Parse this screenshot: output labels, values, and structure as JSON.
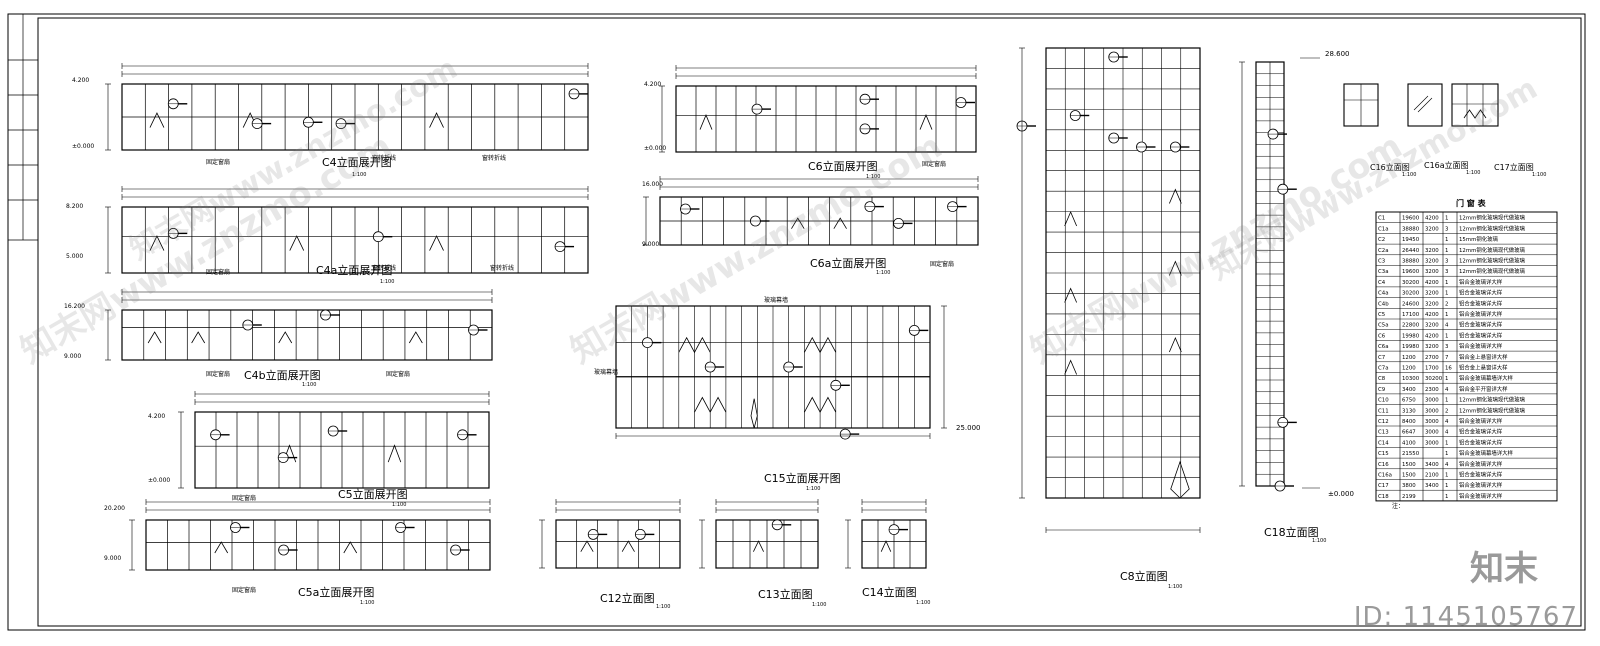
{
  "drawings": {
    "c4": {
      "title": "C4立面展开图",
      "scale": "1:100",
      "elev_top": "4.200",
      "elev_bot": "±0.000",
      "notes": [
        "固定窗扇",
        "窗转折线",
        "窗转折线"
      ]
    },
    "c4a": {
      "title": "C4a立面展开图",
      "scale": "1:100",
      "elev_top": "8.200",
      "elev_bot": "5.000",
      "notes": [
        "固定窗扇",
        "窗转折线",
        "窗转折线"
      ]
    },
    "c4b": {
      "title": "C4b立面展开图",
      "scale": "1:100",
      "elev_top": "16.200",
      "elev_bot": "9.000",
      "notes": [
        "固定窗扇",
        "固定窗扇"
      ]
    },
    "c5": {
      "title": "C5立面展开图",
      "scale": "1:100",
      "elev_top": "4.200",
      "elev_bot": "±0.000",
      "notes": [
        "固定窗扇"
      ]
    },
    "c5a": {
      "title": "C5a立面展开图",
      "scale": "1:100",
      "elev_top": "20.200",
      "elev_bot": "9.000",
      "notes": [
        "固定窗扇"
      ]
    },
    "c6": {
      "title": "C6立面展开图",
      "scale": "1:100",
      "elev_top": "4.200",
      "elev_bot": "±0.000",
      "notes": [
        "固定窗扇"
      ]
    },
    "c6a": {
      "title": "C6a立面展开图",
      "scale": "1:100",
      "elev_top": "16.000",
      "elev_bot": "9.000",
      "notes": [
        "固定窗扇"
      ]
    },
    "c15": {
      "title": "C15立面展开图",
      "scale": "1:100",
      "elev": "25.000",
      "notes": [
        "玻璃幕墙",
        "玻璃幕墙"
      ]
    },
    "c8": {
      "title": "C8立面图",
      "scale": "1:100"
    },
    "c18": {
      "title": "C18立面图",
      "scale": "1:100",
      "elev_top": "28.600",
      "elev_bot": "±0.000"
    },
    "c12": {
      "title": "C12立面图",
      "scale": "1:100"
    },
    "c13": {
      "title": "C13立面图",
      "scale": "1:100"
    },
    "c14": {
      "title": "C14立面图",
      "scale": "1:100"
    },
    "c16": {
      "title": "C16立面图",
      "scale": "1:100"
    },
    "c16a": {
      "title": "C16a立面图",
      "scale": "1:100"
    },
    "c17": {
      "title": "C17立面图",
      "scale": "1:100"
    }
  },
  "schedule": {
    "title": "门 窗 表",
    "rows": [
      [
        "C1",
        "19600",
        "4200",
        "1",
        "12mm钢化玻璃现代做玻璃"
      ],
      [
        "C1a",
        "38880",
        "3200",
        "3",
        "12mm钢化玻璃现代做玻璃"
      ],
      [
        "C2",
        "19450",
        "",
        "1",
        "15mm钢化玻璃"
      ],
      [
        "C2a",
        "26440",
        "3200",
        "1",
        "12mm钢化玻璃现代做玻璃"
      ],
      [
        "C3",
        "38880",
        "3200",
        "3",
        "12mm钢化玻璃现代做玻璃"
      ],
      [
        "C3a",
        "19600",
        "3200",
        "3",
        "12mm钢化玻璃现代做玻璃"
      ],
      [
        "C4",
        "30200",
        "4200",
        "1",
        "铝合金玻璃详大样"
      ],
      [
        "C4a",
        "30200",
        "3200",
        "1",
        "铝合金玻璃详大样"
      ],
      [
        "C4b",
        "24600",
        "3200",
        "2",
        "铝合金玻璃详大样"
      ],
      [
        "C5",
        "17100",
        "4200",
        "1",
        "铝合金玻璃详大样"
      ],
      [
        "C5a",
        "22800",
        "3200",
        "4",
        "铝合金玻璃详大样"
      ],
      [
        "C6",
        "19980",
        "4200",
        "1",
        "铝合金玻璃详大样"
      ],
      [
        "C6a",
        "19980",
        "3200",
        "3",
        "铝合金玻璃详大样"
      ],
      [
        "C7",
        "1200",
        "2700",
        "7",
        "铝合金上悬窗详大样"
      ],
      [
        "C7a",
        "1200",
        "1700",
        "16",
        "铝合金上悬窗详大样"
      ],
      [
        "C8",
        "10300",
        "30200",
        "1",
        "铝合金玻璃幕墙详大样"
      ],
      [
        "C9",
        "3400",
        "2300",
        "4",
        "铝合金平开窗详大样"
      ],
      [
        "C10",
        "6750",
        "3000",
        "1",
        "12mm钢化玻璃现代做玻璃"
      ],
      [
        "C11",
        "3130",
        "3000",
        "2",
        "12mm钢化玻璃现代做玻璃"
      ],
      [
        "C12",
        "8400",
        "3000",
        "4",
        "铝合金玻璃详大样"
      ],
      [
        "C13",
        "6647",
        "3000",
        "4",
        "铝合金玻璃详大样"
      ],
      [
        "C14",
        "4100",
        "3000",
        "1",
        "铝合金玻璃详大样"
      ],
      [
        "C15",
        "21550",
        "",
        "1",
        "铝合金玻璃幕墙详大样"
      ],
      [
        "C16",
        "1500",
        "3400",
        "4",
        "铝合金玻璃详大样"
      ],
      [
        "C16a",
        "1500",
        "2100",
        "1",
        "铝合金玻璃详大样"
      ],
      [
        "C17",
        "3800",
        "3400",
        "1",
        "铝合金玻璃详大样"
      ],
      [
        "C18",
        "2199",
        "",
        "1",
        "铝合金玻璃详大样"
      ]
    ],
    "note_label": "注："
  },
  "watermark": {
    "text": "知末网www.znzmo.com",
    "logo": "知末",
    "id": "ID: 1145105767"
  },
  "colors": {
    "line": "#000000",
    "paper": "#ffffff",
    "watermark": "#9a9a9a"
  }
}
